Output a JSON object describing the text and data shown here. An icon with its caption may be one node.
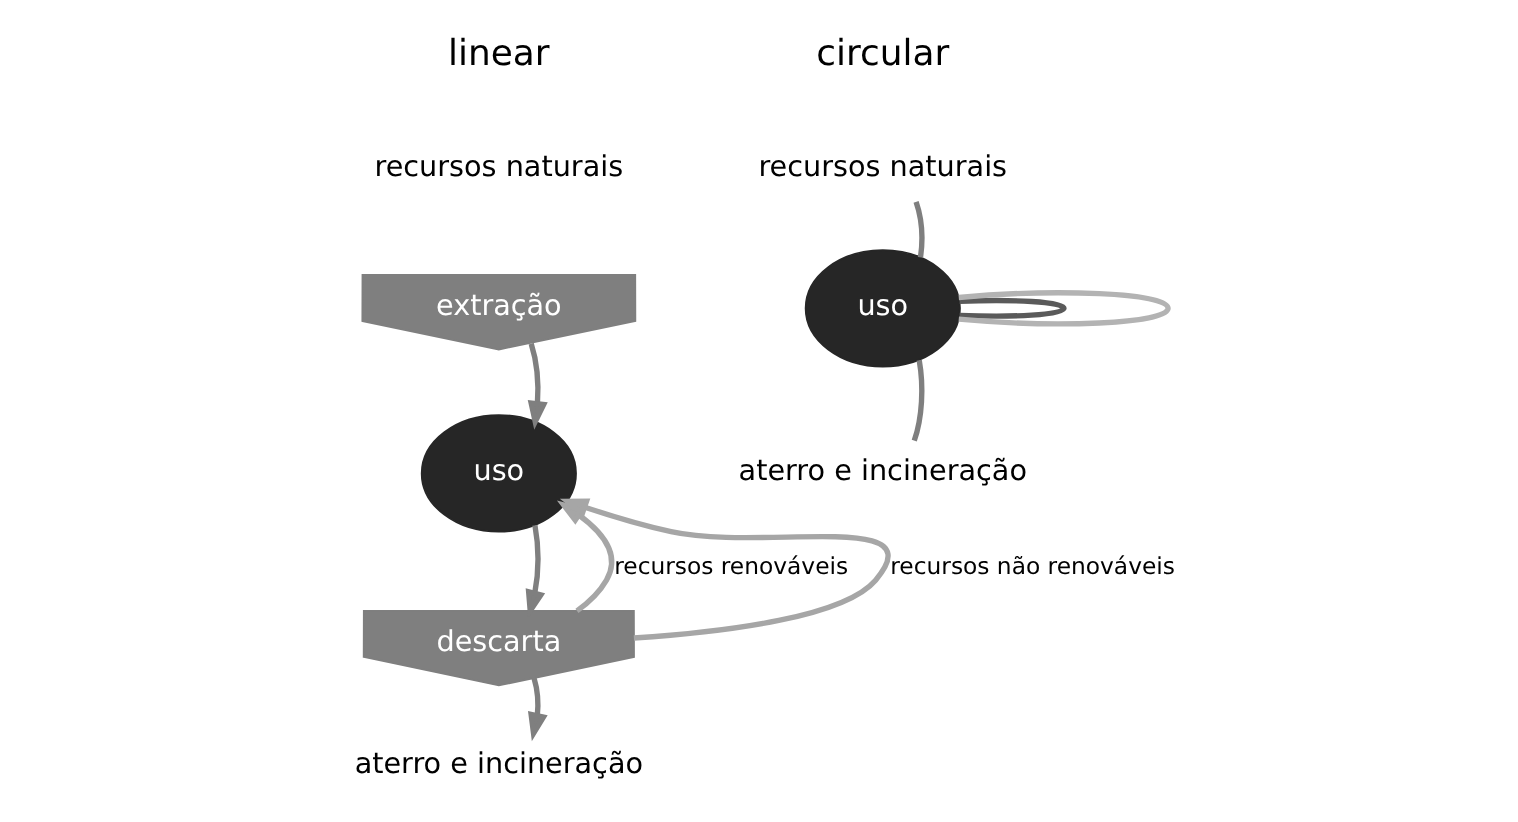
{
  "diagram": {
    "nodes": [
      {
        "text": [
          "recursos naturais"
        ]
      },
      {
        "text": [
          "extração"
        ]
      },
      {
        "text": [
          "uso"
        ]
      },
      {
        "text": [
          "descarta"
        ]
      },
      {
        "text": [
          "aterro e incineração"
        ]
      },
      {
        "text": [
          "recursos naturais"
        ]
      },
      {
        "text": [
          "uso"
        ]
      },
      {
        "text": [
          "aterro e incineração"
        ]
      }
    ],
    "edges": [
      {
        "from": 1,
        "to": 2,
        "arrow": "to"
      },
      {
        "from": 2,
        "to": 3,
        "arrow": "to"
      },
      {
        "from": 3,
        "to": 4,
        "arrow": "to"
      },
      {
        "from": 3,
        "to": 2,
        "arrow": "to",
        "label": "recursos renováveis",
        "color": "#a6a6a6"
      },
      {
        "from": 3,
        "to": 2,
        "arrow": "to",
        "label": "recursos não renováveis",
        "color": "#a6a6a6"
      },
      {
        "from": 5,
        "to": 6,
        "arrow": "none"
      },
      {
        "from": 6,
        "to": 7,
        "arrow": "none"
      },
      {
        "from": 6,
        "to": 6,
        "arrow": "none",
        "color": "#5a5a5a"
      },
      {
        "from": 6,
        "to": 6,
        "arrow": "none",
        "color": "#b3b3b3"
      }
    ],
    "labels": [
      "linear",
      "circular"
    ]
  }
}
